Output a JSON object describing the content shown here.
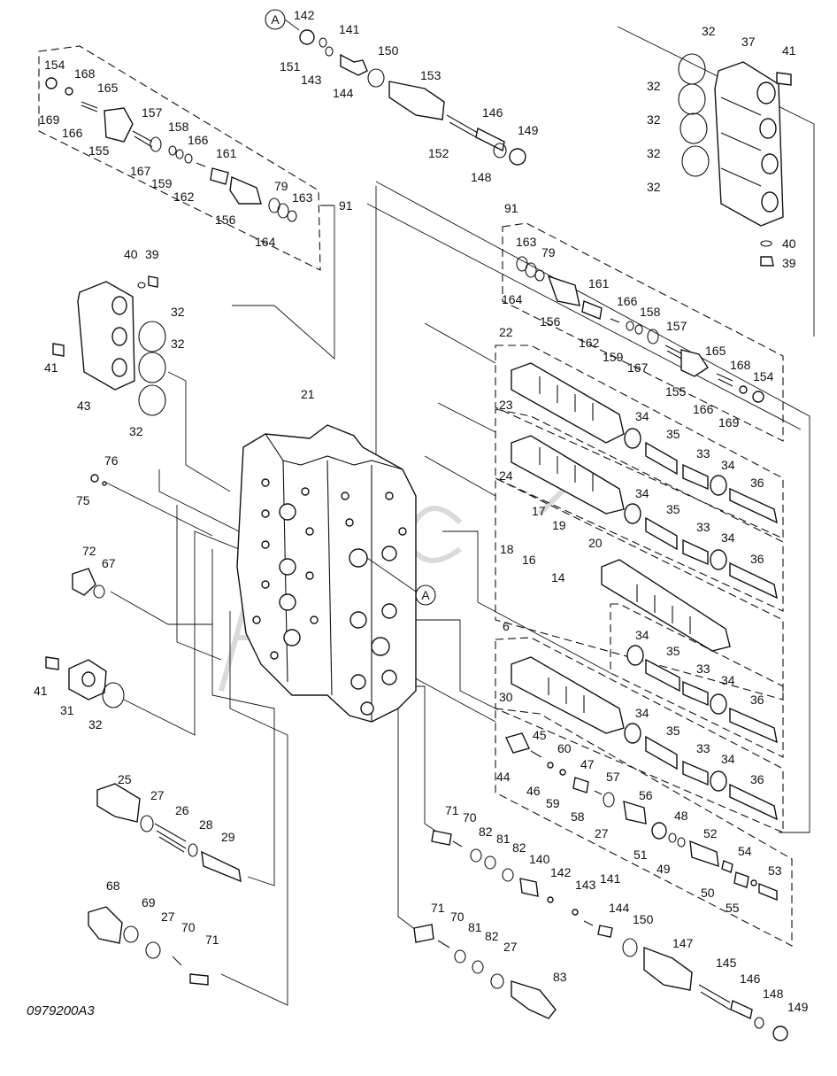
{
  "figure_code": "0979200A3",
  "marker_label": "A",
  "labels": [
    {
      "id": "142a",
      "text": "142"
    },
    {
      "id": "141a",
      "text": "141"
    },
    {
      "id": "150a",
      "text": "150"
    },
    {
      "id": "153",
      "text": "153"
    },
    {
      "id": "151",
      "text": "151"
    },
    {
      "id": "143a",
      "text": "143"
    },
    {
      "id": "144a",
      "text": "144"
    },
    {
      "id": "146a",
      "text": "146"
    },
    {
      "id": "149a",
      "text": "149"
    },
    {
      "id": "152",
      "text": "152"
    },
    {
      "id": "148a",
      "text": "148"
    },
    {
      "id": "154a",
      "text": "154"
    },
    {
      "id": "168a",
      "text": "168"
    },
    {
      "id": "165a",
      "text": "165"
    },
    {
      "id": "169a",
      "text": "169"
    },
    {
      "id": "166a",
      "text": "166"
    },
    {
      "id": "157a",
      "text": "157"
    },
    {
      "id": "158a",
      "text": "158"
    },
    {
      "id": "166b",
      "text": "166"
    },
    {
      "id": "155a",
      "text": "155"
    },
    {
      "id": "167a",
      "text": "167"
    },
    {
      "id": "159a",
      "text": "159"
    },
    {
      "id": "161a",
      "text": "161"
    },
    {
      "id": "162a",
      "text": "162"
    },
    {
      "id": "79a",
      "text": "79"
    },
    {
      "id": "163a",
      "text": "163"
    },
    {
      "id": "91a",
      "text": "91"
    },
    {
      "id": "156a",
      "text": "156"
    },
    {
      "id": "164a",
      "text": "164"
    },
    {
      "id": "32a",
      "text": "32"
    },
    {
      "id": "37",
      "text": "37"
    },
    {
      "id": "41a",
      "text": "41"
    },
    {
      "id": "32b",
      "text": "32"
    },
    {
      "id": "32c",
      "text": "32"
    },
    {
      "id": "32d",
      "text": "32"
    },
    {
      "id": "32e",
      "text": "32"
    },
    {
      "id": "40a",
      "text": "40"
    },
    {
      "id": "39a",
      "text": "39"
    },
    {
      "id": "91b",
      "text": "91"
    },
    {
      "id": "163b",
      "text": "163"
    },
    {
      "id": "79b",
      "text": "79"
    },
    {
      "id": "164b",
      "text": "164"
    },
    {
      "id": "161b",
      "text": "161"
    },
    {
      "id": "166c",
      "text": "166"
    },
    {
      "id": "158b",
      "text": "158"
    },
    {
      "id": "156b",
      "text": "156"
    },
    {
      "id": "162b",
      "text": "162"
    },
    {
      "id": "159b",
      "text": "159"
    },
    {
      "id": "167b",
      "text": "167"
    },
    {
      "id": "157b",
      "text": "157"
    },
    {
      "id": "165b",
      "text": "165"
    },
    {
      "id": "168b",
      "text": "168"
    },
    {
      "id": "154b",
      "text": "154"
    },
    {
      "id": "155b",
      "text": "155"
    },
    {
      "id": "166d",
      "text": "166"
    },
    {
      "id": "169b",
      "text": "169"
    },
    {
      "id": "40b",
      "text": "40"
    },
    {
      "id": "39b",
      "text": "39"
    },
    {
      "id": "32f",
      "text": "32"
    },
    {
      "id": "32g",
      "text": "32"
    },
    {
      "id": "41b",
      "text": "41"
    },
    {
      "id": "43",
      "text": "43"
    },
    {
      "id": "32h",
      "text": "32"
    },
    {
      "id": "21",
      "text": "21"
    },
    {
      "id": "22",
      "text": "22"
    },
    {
      "id": "23",
      "text": "23"
    },
    {
      "id": "24",
      "text": "24"
    },
    {
      "id": "34a",
      "text": "34"
    },
    {
      "id": "35a",
      "text": "35"
    },
    {
      "id": "33a",
      "text": "33"
    },
    {
      "id": "34b",
      "text": "34"
    },
    {
      "id": "36a",
      "text": "36"
    },
    {
      "id": "34c",
      "text": "34"
    },
    {
      "id": "35b",
      "text": "35"
    },
    {
      "id": "33b",
      "text": "33"
    },
    {
      "id": "34d",
      "text": "34"
    },
    {
      "id": "36b",
      "text": "36"
    },
    {
      "id": "17",
      "text": "17"
    },
    {
      "id": "19",
      "text": "19"
    },
    {
      "id": "18",
      "text": "18"
    },
    {
      "id": "16",
      "text": "16"
    },
    {
      "id": "20",
      "text": "20"
    },
    {
      "id": "14",
      "text": "14"
    },
    {
      "id": "76",
      "text": "76"
    },
    {
      "id": "75",
      "text": "75"
    },
    {
      "id": "72",
      "text": "72"
    },
    {
      "id": "67",
      "text": "67"
    },
    {
      "id": "34e",
      "text": "34"
    },
    {
      "id": "35c",
      "text": "35"
    },
    {
      "id": "33c",
      "text": "33"
    },
    {
      "id": "34f",
      "text": "34"
    },
    {
      "id": "36c",
      "text": "36"
    },
    {
      "id": "6",
      "text": "6"
    },
    {
      "id": "30",
      "text": "30"
    },
    {
      "id": "34g",
      "text": "34"
    },
    {
      "id": "35d",
      "text": "35"
    },
    {
      "id": "33d",
      "text": "33"
    },
    {
      "id": "34h",
      "text": "34"
    },
    {
      "id": "36d",
      "text": "36"
    },
    {
      "id": "41c",
      "text": "41"
    },
    {
      "id": "31",
      "text": "31"
    },
    {
      "id": "32i",
      "text": "32"
    },
    {
      "id": "45",
      "text": "45"
    },
    {
      "id": "60",
      "text": "60"
    },
    {
      "id": "44",
      "text": "44"
    },
    {
      "id": "46",
      "text": "46"
    },
    {
      "id": "47",
      "text": "47"
    },
    {
      "id": "59",
      "text": "59"
    },
    {
      "id": "57",
      "text": "57"
    },
    {
      "id": "58",
      "text": "58"
    },
    {
      "id": "56",
      "text": "56"
    },
    {
      "id": "27a",
      "text": "27"
    },
    {
      "id": "48",
      "text": "48"
    },
    {
      "id": "51",
      "text": "51"
    },
    {
      "id": "49",
      "text": "49"
    },
    {
      "id": "52",
      "text": "52"
    },
    {
      "id": "54",
      "text": "54"
    },
    {
      "id": "53",
      "text": "53"
    },
    {
      "id": "50",
      "text": "50"
    },
    {
      "id": "55",
      "text": "55"
    },
    {
      "id": "25",
      "text": "25"
    },
    {
      "id": "27b",
      "text": "27"
    },
    {
      "id": "26",
      "text": "26"
    },
    {
      "id": "28",
      "text": "28"
    },
    {
      "id": "29",
      "text": "29"
    },
    {
      "id": "71a",
      "text": "71"
    },
    {
      "id": "70a",
      "text": "70"
    },
    {
      "id": "82a",
      "text": "82"
    },
    {
      "id": "81a",
      "text": "81"
    },
    {
      "id": "82b",
      "text": "82"
    },
    {
      "id": "140",
      "text": "140"
    },
    {
      "id": "142b",
      "text": "142"
    },
    {
      "id": "143b",
      "text": "143"
    },
    {
      "id": "141b",
      "text": "141"
    },
    {
      "id": "144b",
      "text": "144"
    },
    {
      "id": "150b",
      "text": "150"
    },
    {
      "id": "147",
      "text": "147"
    },
    {
      "id": "68",
      "text": "68"
    },
    {
      "id": "69",
      "text": "69"
    },
    {
      "id": "27c",
      "text": "27"
    },
    {
      "id": "70b",
      "text": "70"
    },
    {
      "id": "71b",
      "text": "71"
    },
    {
      "id": "71c",
      "text": "71"
    },
    {
      "id": "70c",
      "text": "70"
    },
    {
      "id": "81b",
      "text": "81"
    },
    {
      "id": "82c",
      "text": "82"
    },
    {
      "id": "27d",
      "text": "27"
    },
    {
      "id": "83",
      "text": "83"
    },
    {
      "id": "145",
      "text": "145"
    },
    {
      "id": "146b",
      "text": "146"
    },
    {
      "id": "148b",
      "text": "148"
    },
    {
      "id": "149b",
      "text": "149"
    }
  ]
}
